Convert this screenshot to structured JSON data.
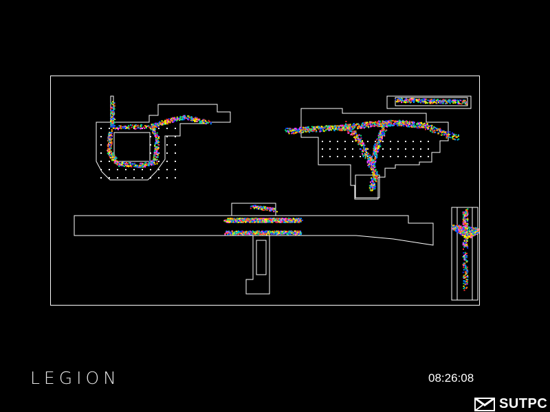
{
  "app": {
    "brand": "LEGION",
    "clock": "08:26:08",
    "logo": {
      "text": "SUTPC"
    }
  },
  "colors": {
    "background": "#000000",
    "linework": "#ffffff",
    "density_palette": [
      "#1030ff",
      "#00a0ff",
      "#00e080",
      "#ffff00",
      "#ffa000",
      "#ff3030",
      "#ff40ff"
    ]
  },
  "icons": {
    "logo_mark": "sutpc-logo-icon"
  }
}
